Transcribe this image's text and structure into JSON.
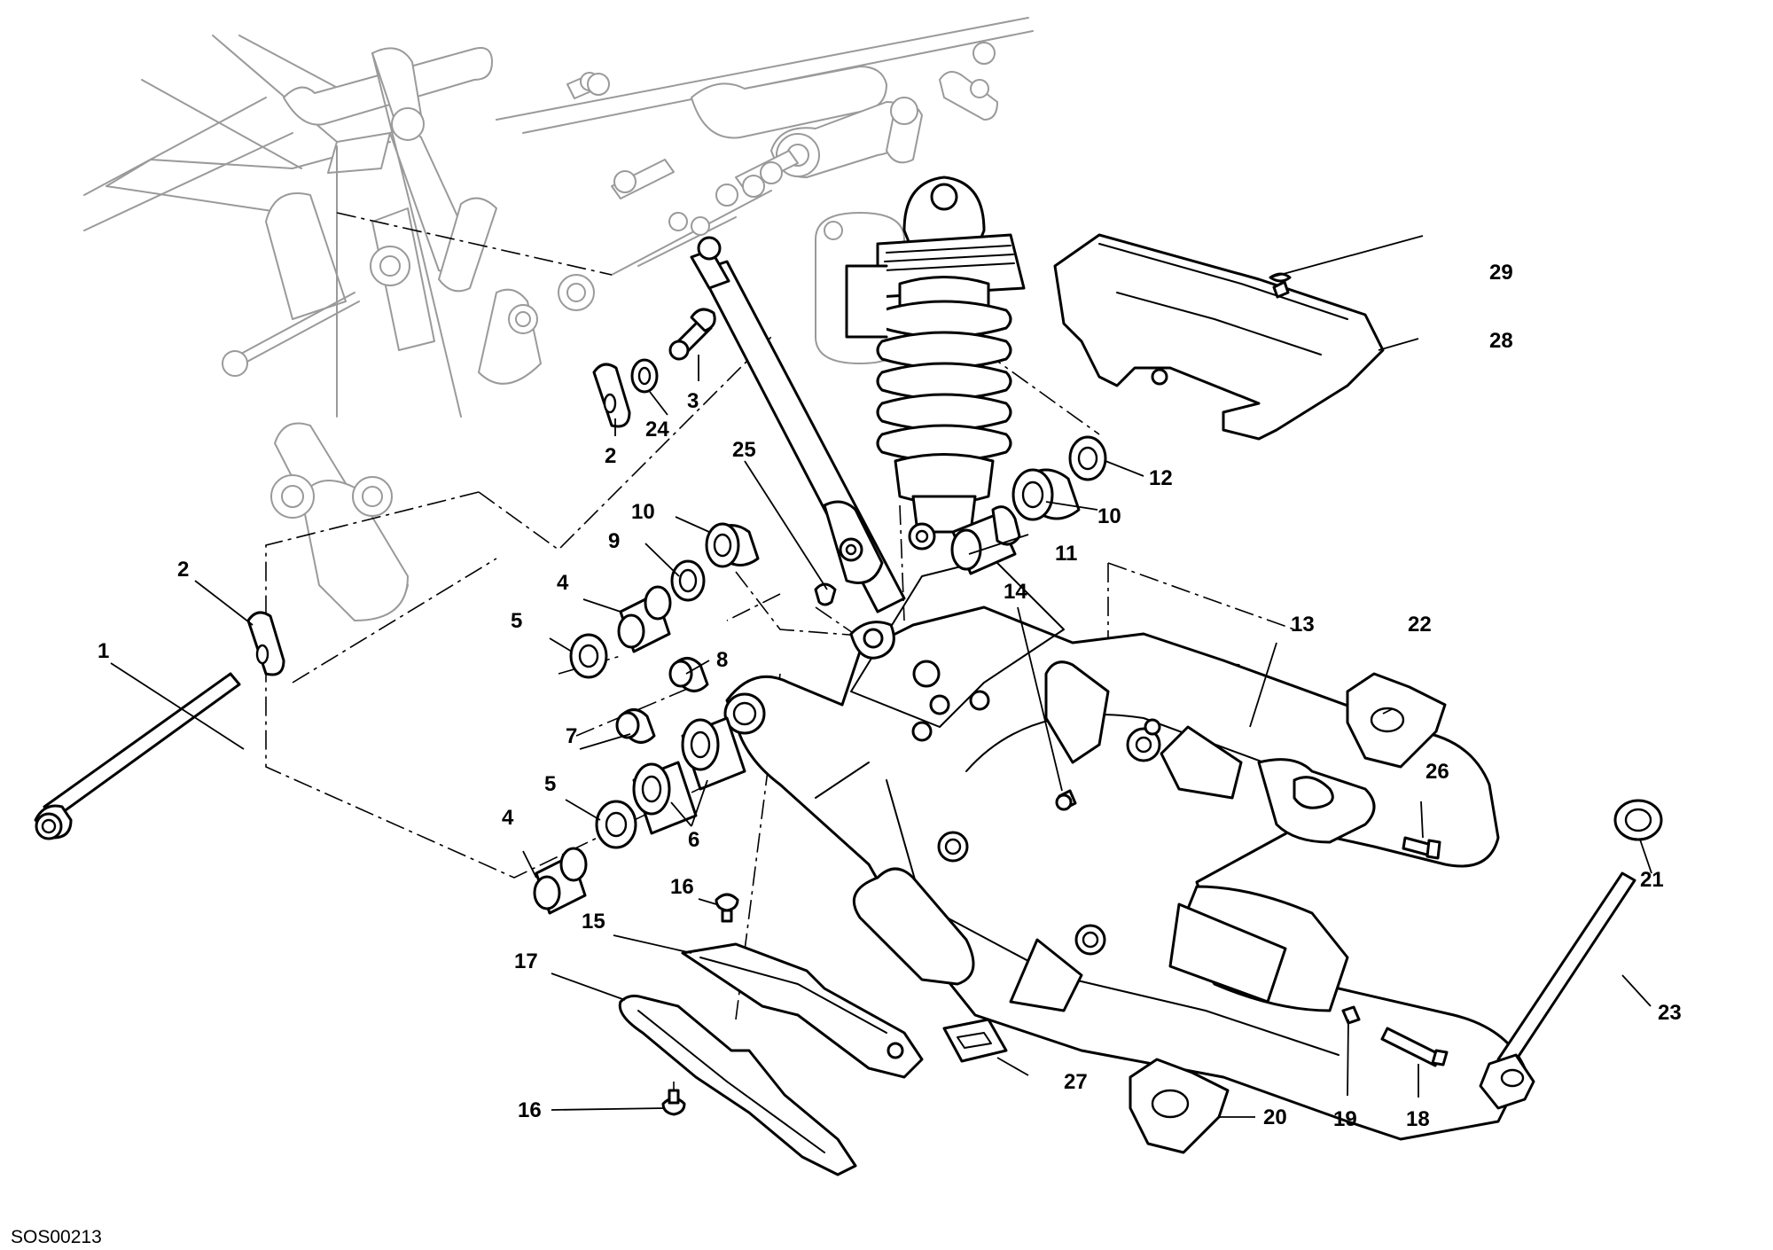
{
  "diagram": {
    "drawing_code": "SOS00213",
    "parts": [
      {
        "ref": "1"
      },
      {
        "ref": "2"
      },
      {
        "ref": "2"
      },
      {
        "ref": "3"
      },
      {
        "ref": "4"
      },
      {
        "ref": "4"
      },
      {
        "ref": "5"
      },
      {
        "ref": "5"
      },
      {
        "ref": "6"
      },
      {
        "ref": "7"
      },
      {
        "ref": "8"
      },
      {
        "ref": "9"
      },
      {
        "ref": "10"
      },
      {
        "ref": "10"
      },
      {
        "ref": "11"
      },
      {
        "ref": "12"
      },
      {
        "ref": "13"
      },
      {
        "ref": "14"
      },
      {
        "ref": "15"
      },
      {
        "ref": "16"
      },
      {
        "ref": "16"
      },
      {
        "ref": "17"
      },
      {
        "ref": "18"
      },
      {
        "ref": "19"
      },
      {
        "ref": "20"
      },
      {
        "ref": "21"
      },
      {
        "ref": "22"
      },
      {
        "ref": "23"
      },
      {
        "ref": "24"
      },
      {
        "ref": "25"
      },
      {
        "ref": "26"
      },
      {
        "ref": "27"
      },
      {
        "ref": "28"
      },
      {
        "ref": "29"
      }
    ]
  }
}
